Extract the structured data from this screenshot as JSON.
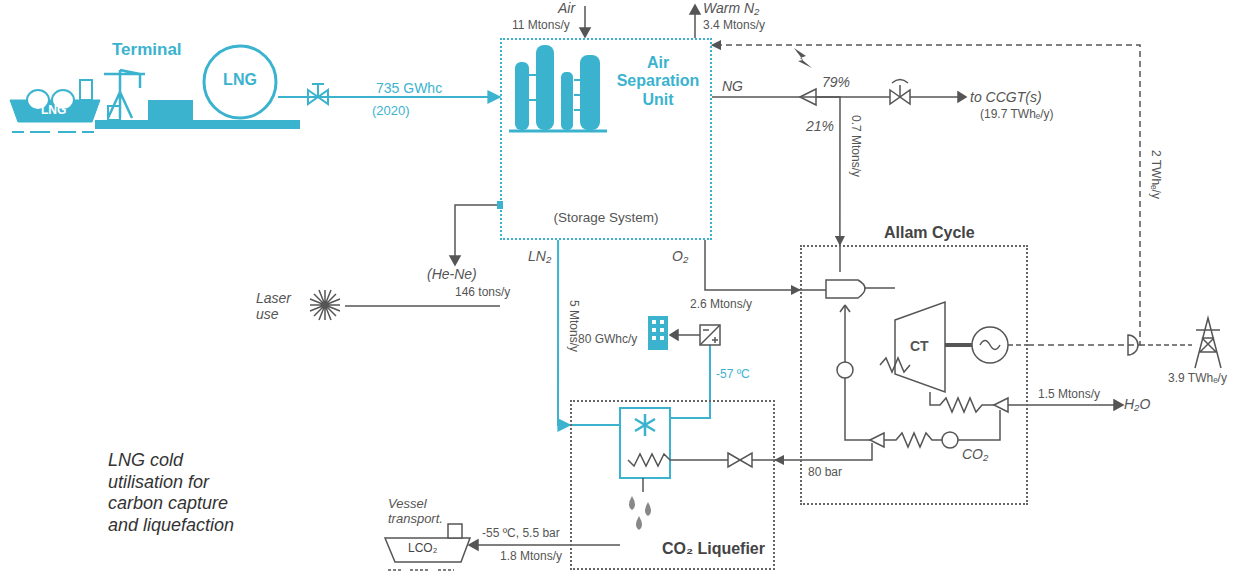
{
  "diagram": {
    "caption": "LNG cold utilisation for carbon capture and liquefaction",
    "nodes": [
      {
        "text": [
          "LNG"
        ]
      },
      {
        "text": [
          "Air Separation Unit",
          "(Storage System)"
        ]
      },
      {
        "text": [
          "Allam Cycle"
        ]
      },
      {
        "text": [
          "CO₂ Liquefier"
        ]
      }
    ],
    "edges": [
      {
        "from": 0,
        "to": 1,
        "arrow": "to",
        "label": "735 GWhc"
      },
      {
        "from": 1,
        "to": 2,
        "arrow": "to"
      },
      {
        "from": 1,
        "to": 2,
        "arrow": "to"
      },
      {
        "from": 1,
        "to": 3,
        "arrow": "to"
      },
      {
        "from": 2,
        "to": 3,
        "arrow": "to"
      },
      {
        "from": 2,
        "to": 1,
        "arrow": "to"
      }
    ],
    "labels": [
      "Terminal",
      "LNG",
      "(2020)",
      "Air",
      "11 Mtons/y",
      "Warm N₂",
      "3.4 Mtons/y",
      "NG",
      "79%",
      "to CCGT(s)",
      "(19.7 TWhₑ/y)",
      "21%",
      "0.7 Mtons/y",
      "(He-Ne)",
      "146 tons/y",
      "Laser use",
      "LN₂",
      "5 Mtons/y",
      "O₂",
      "2.6 Mtons/y",
      "80 GWhc/y",
      "-57 ºC",
      "CT",
      "1.5 Mtons/y",
      "H₂O",
      "CO₂",
      "80 bar",
      "2 TWhₑ/y",
      "3.9 TWhₑ/y",
      "-55 ºC, 5.5 bar",
      "1.8 Mtons/y",
      "Vessel transport.",
      "LCO₂"
    ]
  }
}
